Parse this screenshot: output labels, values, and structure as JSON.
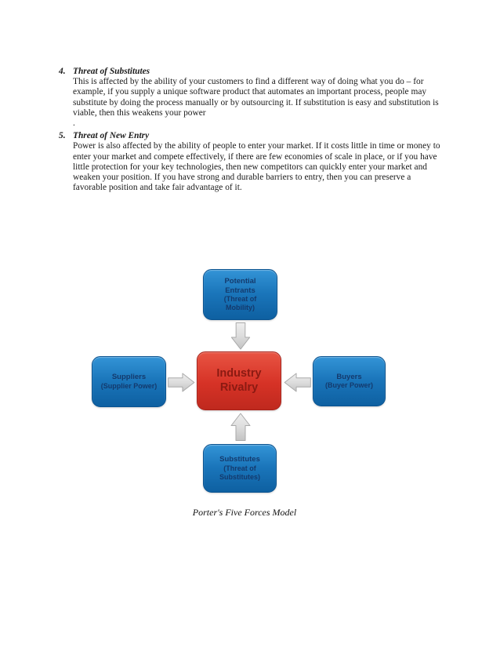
{
  "document": {
    "items": [
      {
        "number": "4.",
        "heading": "Threat of Substitutes",
        "body": "This is affected by the ability of your customers to find a different way of doing what you do – for example, if you supply a unique software product that automates an important process, people may substitute by doing the process manually or by outsourcing it. If substitution is easy and substitution is viable, then this weakens your power",
        "trailing": "."
      },
      {
        "number": "5.",
        "heading": "Threat of New Entry",
        "body": "Power is also affected by the ability of people to enter your market. If it costs little in time or money to enter your market and compete effectively, if there are few economies of scale in place, or if you have little protection for your key technologies, then new competitors can quickly enter your market and weaken your position. If you have strong and durable barriers to entry, then you can preserve a favorable position and take fair advantage of it.",
        "trailing": ""
      }
    ]
  },
  "diagram": {
    "caption": "Porter's Five Forces Model",
    "nodes": [
      {
        "id": "potential-entrants",
        "title": "Potential Entrants",
        "subtitle": "(Threat of Mobility)",
        "position": "top",
        "color": "blue"
      },
      {
        "id": "suppliers",
        "title": "Suppliers",
        "subtitle": "(Supplier Power)",
        "position": "left",
        "color": "blue"
      },
      {
        "id": "industry-rivalry",
        "title": "Industry Rivalry",
        "subtitle": "",
        "position": "center",
        "color": "red"
      },
      {
        "id": "buyers",
        "title": "Buyers",
        "subtitle": "(Buyer Power)",
        "position": "right",
        "color": "blue"
      },
      {
        "id": "substitutes",
        "title": "Substitutes",
        "subtitle": "(Threat of Substitutes)",
        "position": "bottom",
        "color": "blue"
      }
    ],
    "arrows": [
      {
        "icon": "block-arrow-down-icon",
        "from": "potential-entrants",
        "to": "industry-rivalry"
      },
      {
        "icon": "block-arrow-right-icon",
        "from": "suppliers",
        "to": "industry-rivalry"
      },
      {
        "icon": "block-arrow-left-icon",
        "from": "buyers",
        "to": "industry-rivalry"
      },
      {
        "icon": "block-arrow-up-icon",
        "from": "substitutes",
        "to": "industry-rivalry"
      }
    ],
    "colors": {
      "node_blue_top": "#3394d6",
      "node_blue_bottom": "#0e60a1",
      "node_blue_text": "#143a6d",
      "node_red_top": "#e85443",
      "node_red_bottom": "#bf291e",
      "node_red_text": "#8b1a12",
      "arrow_fill_light": "#ececec",
      "arrow_fill_dark": "#c6c6c6",
      "arrow_border": "#a9a9a9"
    }
  }
}
